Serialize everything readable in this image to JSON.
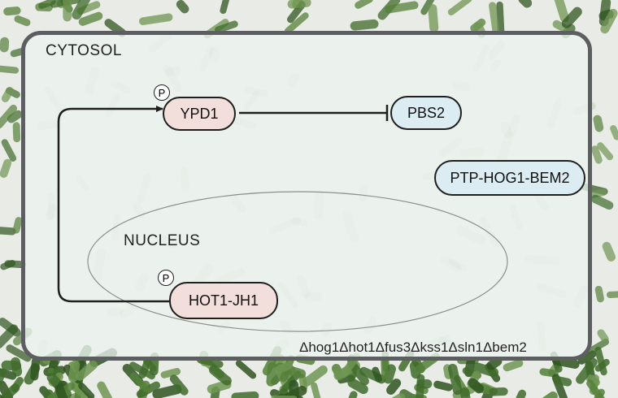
{
  "regions": {
    "cytosol": "CYTOSOL",
    "nucleus": "NUCLEUS"
  },
  "nodes": {
    "ypd1": "YPD1",
    "pbs2": "PBS2",
    "ptp_hog1_bem2": "PTP-HOG1-BEM2",
    "hot1_jh1": "HOT1-JH1"
  },
  "phospho_marker": "P",
  "genotype": "Δhog1Δhot1Δfus3Δkss1Δsln1Δbem2",
  "edges": [
    {
      "from": "HOT1-JH1",
      "to": "YPD1",
      "type": "activation"
    },
    {
      "from": "YPD1",
      "to": "PBS2",
      "type": "inhibition"
    }
  ],
  "colors": {
    "frame": "#5d5e62",
    "node_pink": "#f2dedb",
    "node_blue": "#dbecf3",
    "cell_green": "#3f6b2a"
  }
}
